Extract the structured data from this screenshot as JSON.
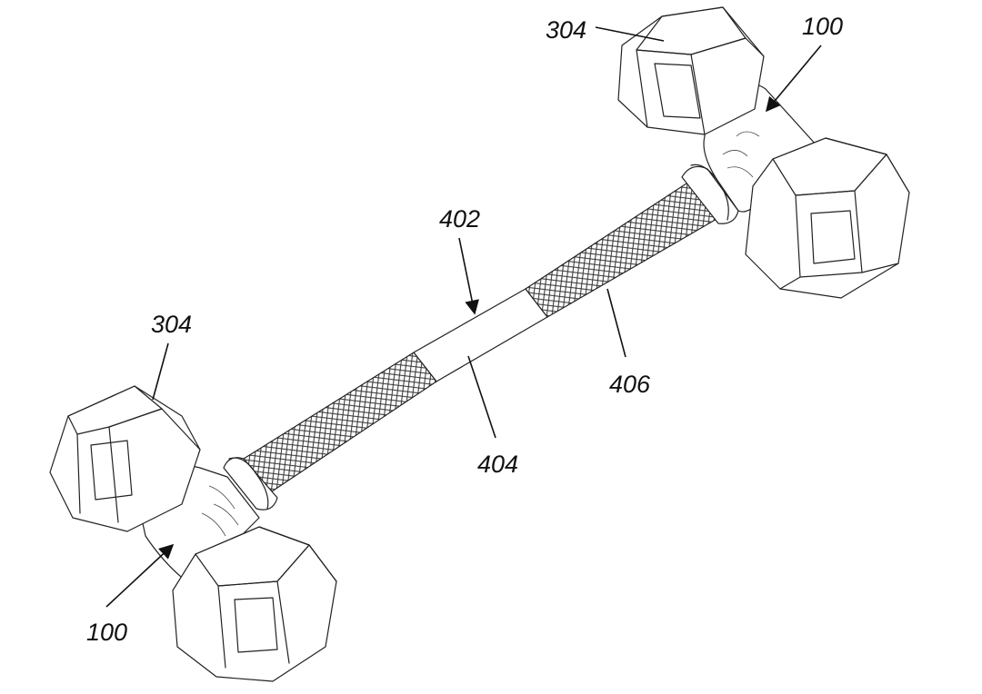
{
  "figure": {
    "labels": {
      "label_304_top": "304",
      "label_100_top": "100",
      "label_402": "402",
      "label_406": "406",
      "label_304_left": "304",
      "label_404": "404",
      "label_100_bottom": "100"
    }
  }
}
